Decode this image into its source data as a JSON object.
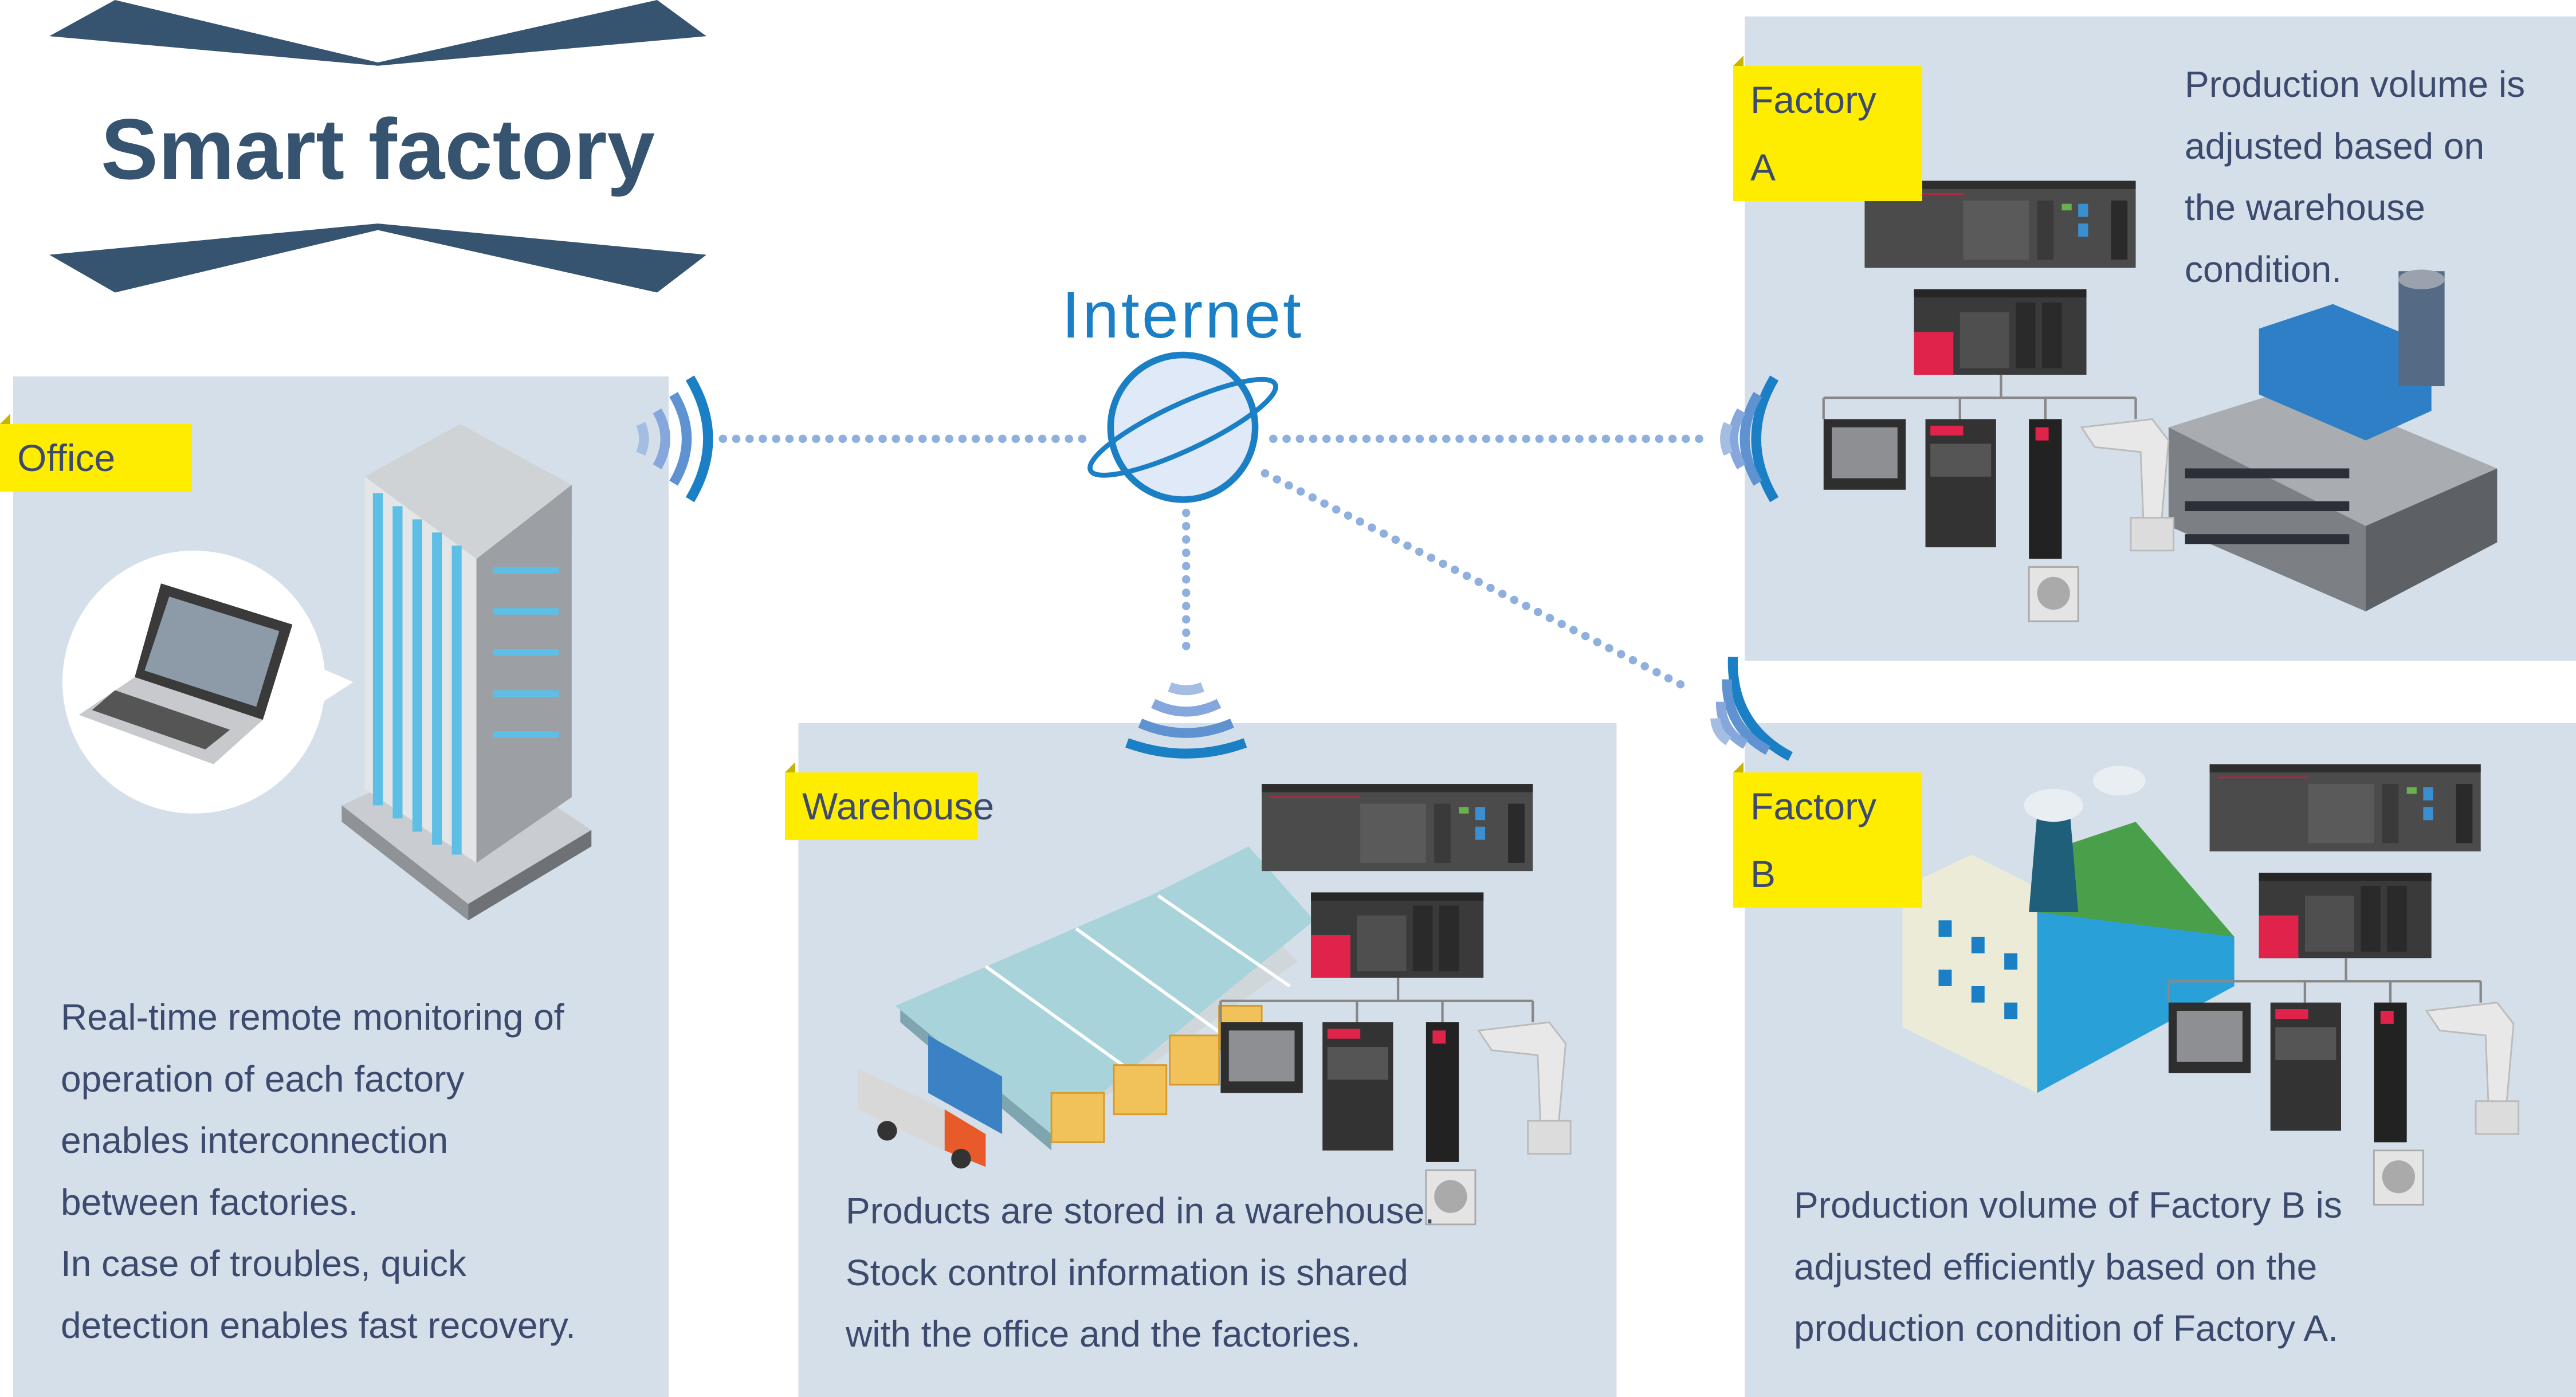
{
  "title": "Smart factory",
  "hub": {
    "label": "Internet",
    "icon": "globe-icon"
  },
  "colors": {
    "title": "#36536f",
    "panel": "#d5dfea",
    "label_bg": "#ffed00",
    "accent": "#1a7fc4",
    "text": "#3c4a6e"
  },
  "office": {
    "label": "Office",
    "lines": [
      "Real-time remote monitoring of",
      "operation of each factory",
      "enables interconnection",
      "between factories.",
      "In case of troubles, quick",
      "detection enables fast recovery."
    ]
  },
  "warehouse": {
    "label": "Warehouse",
    "lines": [
      "Products are stored in a warehouse.",
      "Stock control information is shared",
      "with the office and the factories."
    ]
  },
  "factory_a": {
    "label": "Factory A",
    "lines": [
      "Production volume is",
      "adjusted based on",
      "the warehouse",
      "condition."
    ]
  },
  "factory_b": {
    "label": "Factory B",
    "lines": [
      "Production volume of Factory B is",
      "adjusted efficiently based on the",
      "production condition of Factory A."
    ]
  }
}
